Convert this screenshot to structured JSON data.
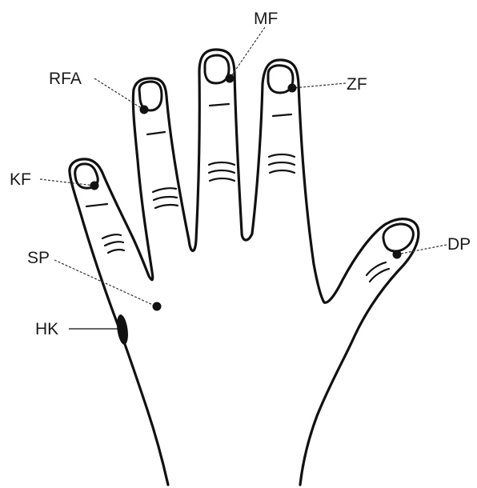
{
  "points": [
    {
      "id": "mf",
      "label": "MF"
    },
    {
      "id": "rfa",
      "label": "RFA"
    },
    {
      "id": "zf",
      "label": "ZF"
    },
    {
      "id": "kf",
      "label": "KF"
    },
    {
      "id": "sp",
      "label": "SP"
    },
    {
      "id": "dp",
      "label": "DP"
    },
    {
      "id": "hk",
      "label": "HK"
    }
  ]
}
